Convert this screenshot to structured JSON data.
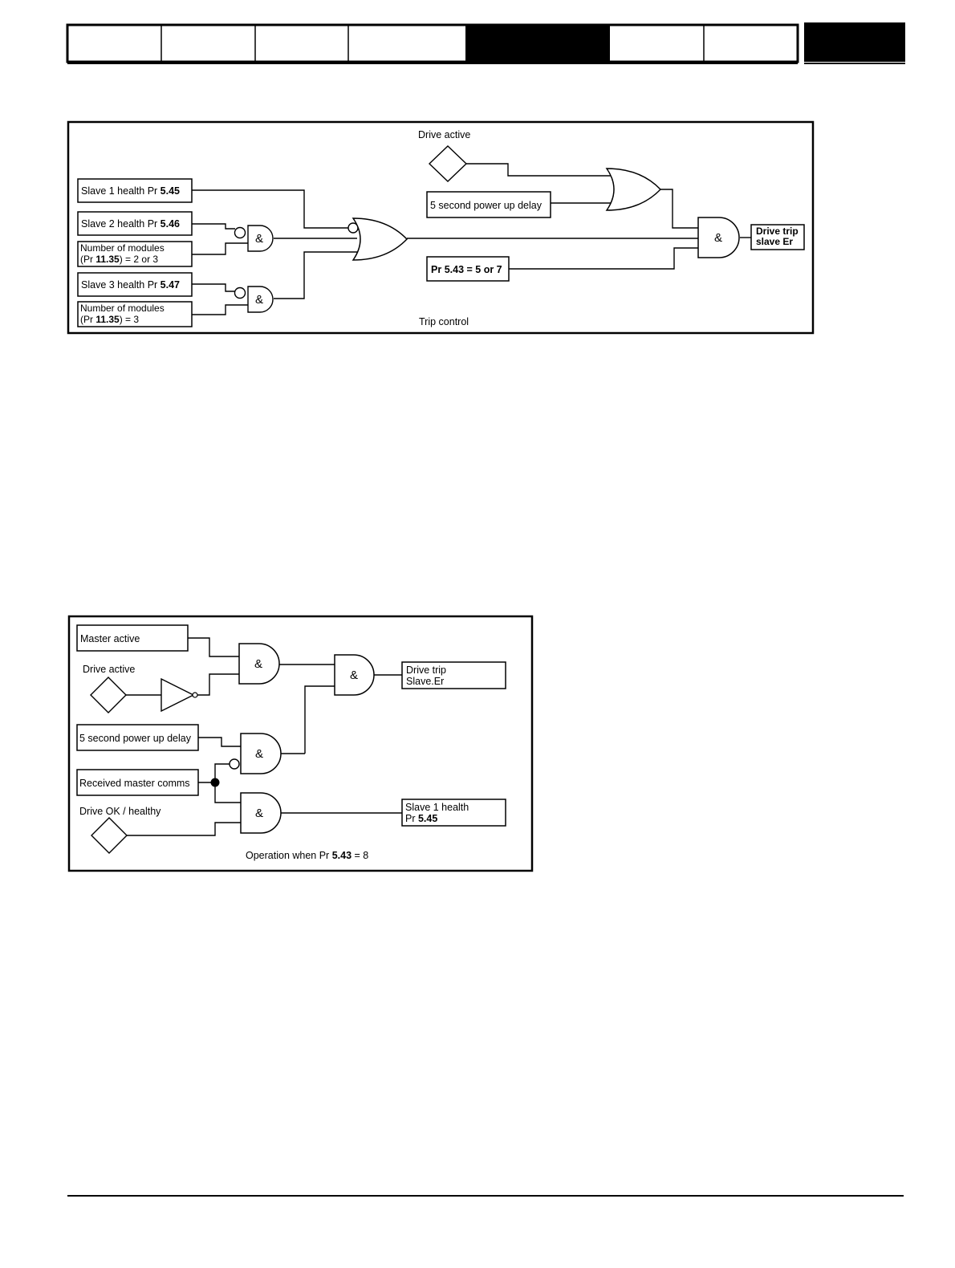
{
  "header": {
    "tabs": [
      {
        "label": "",
        "active": false
      },
      {
        "label": "",
        "active": false
      },
      {
        "label": "",
        "active": false
      },
      {
        "label": "",
        "active": false
      },
      {
        "label": "",
        "active": true
      },
      {
        "label": "",
        "active": false
      },
      {
        "label": "",
        "active": false
      }
    ],
    "corner_label": ""
  },
  "diagram1": {
    "drive_active": "Drive active",
    "slave1": {
      "text": "Slave 1 health Pr ",
      "param": "5.45"
    },
    "slave2": {
      "text": "Slave 2 health Pr ",
      "param": "5.46"
    },
    "modules23": {
      "line1": "Number of modules",
      "prefix": "(Pr ",
      "param": "11.35",
      "suffix": ") = 2 or 3"
    },
    "slave3": {
      "text": "Slave 3 health Pr ",
      "param": "5.47"
    },
    "modules3": {
      "line1": "Number of modules",
      "prefix": "(Pr ",
      "param": "11.35",
      "suffix": ") = 3"
    },
    "power_delay": "5 second power up delay",
    "pr543": {
      "prefix": "Pr ",
      "param": "5.43",
      "suffix": " = 5 or 7"
    },
    "output": {
      "line1": "Drive trip",
      "line2": "slave Er"
    },
    "caption": "Trip control",
    "and_symbol": "&"
  },
  "diagram2": {
    "master_active": "Master active",
    "drive_active": "Drive active",
    "power_delay": "5 second power up delay",
    "received_comms": "Received master comms",
    "drive_ok": "Drive OK / healthy",
    "trip_output": {
      "line1": "Drive trip",
      "line2": "Slave.Er"
    },
    "health_output": {
      "line1": "Slave 1 health",
      "prefix": "Pr ",
      "param": "5.45"
    },
    "caption": {
      "prefix": "Operation when Pr ",
      "param": "5.43",
      "suffix": " = 8"
    },
    "and_symbol": "&"
  },
  "colors": {
    "ink": "#000000",
    "paper": "#ffffff",
    "active_tab": "#000000"
  }
}
